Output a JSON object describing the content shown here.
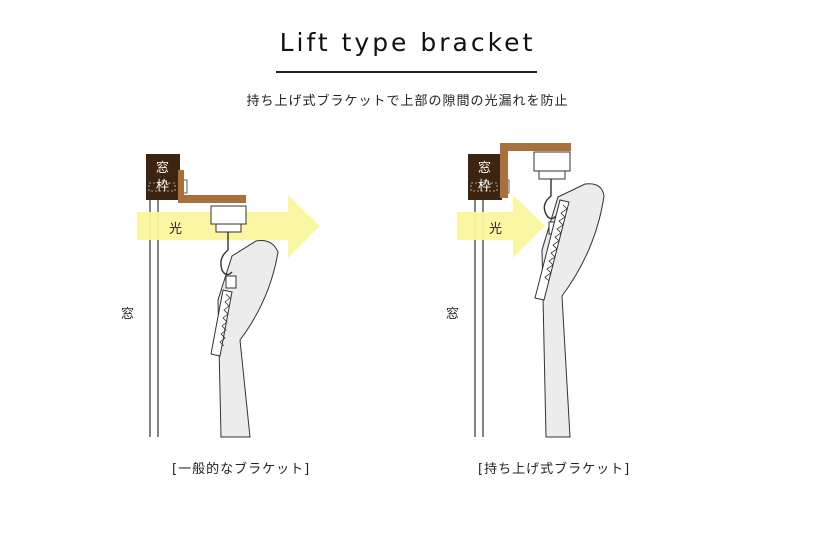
{
  "header": {
    "title": "Lift type bracket",
    "subtitle": "持ち上げ式ブラケットで上部の隙間の光漏れを防止"
  },
  "left_diagram": {
    "frame_label_1": "窓",
    "frame_label_2": "枠",
    "light_label": "光",
    "window_label": "窓",
    "caption": "[一般的なブラケット]"
  },
  "right_diagram": {
    "frame_label_1": "窓",
    "frame_label_2": "枠",
    "light_label": "光",
    "window_label": "窓",
    "caption": "[持ち上げ式ブラケット]"
  },
  "colors": {
    "frame": "#3d2410",
    "bracket": "#a8703a",
    "arrow": "#fbf59c",
    "curtain": "#ececec",
    "outline": "#333333"
  }
}
